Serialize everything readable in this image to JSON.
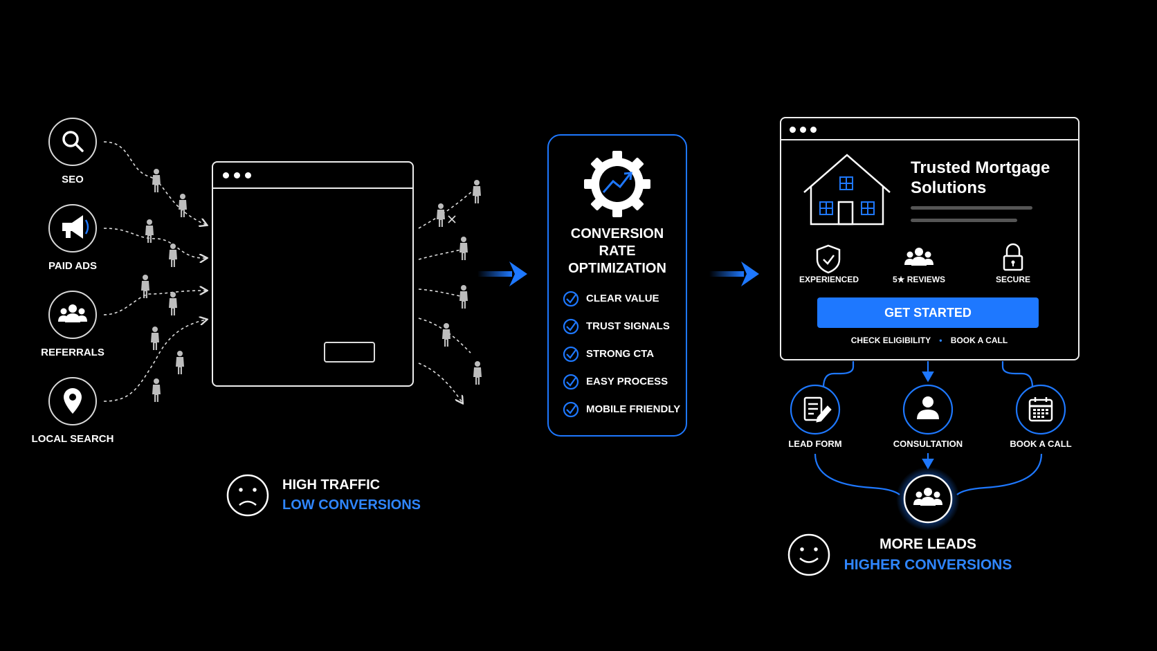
{
  "sources": [
    {
      "label": "SEO",
      "icon": "search-icon"
    },
    {
      "label": "PAID ADS",
      "icon": "megaphone-icon"
    },
    {
      "label": "REFERRALS",
      "icon": "users-icon"
    },
    {
      "label": "LOCAL SEARCH",
      "icon": "map-pin-icon"
    }
  ],
  "left_result": {
    "line1": "HIGH TRAFFIC",
    "line2": "LOW CONVERSIONS",
    "icon": "sad-face-icon"
  },
  "cro_panel": {
    "title_lines": [
      "CONVERSION",
      "RATE",
      "OPTIMIZATION"
    ],
    "icon": "gear-trend-icon",
    "checklist": [
      "CLEAR VALUE",
      "TRUST SIGNALS",
      "STRONG CTA",
      "EASY PROCESS",
      "MOBILE FRIENDLY"
    ]
  },
  "optimized_page": {
    "title_line1": "Trusted Mortgage",
    "title_line2": "Solutions",
    "badges": [
      {
        "label": "EXPERIENCED",
        "icon": "shield-check-icon"
      },
      {
        "label": "5★ REVIEWS",
        "icon": "users-icon"
      },
      {
        "label": "SECURE",
        "icon": "lock-icon"
      }
    ],
    "cta_label": "GET STARTED",
    "sub_links": [
      "CHECK ELIGIBILITY",
      "BOOK A CALL"
    ],
    "sub_separator": "•"
  },
  "outcomes": [
    {
      "label": "LEAD FORM",
      "icon": "form-edit-icon"
    },
    {
      "label": "CONSULTATION",
      "icon": "person-icon"
    },
    {
      "label": "BOOK A CALL",
      "icon": "calendar-icon"
    }
  ],
  "right_result": {
    "line1": "MORE LEADS",
    "line2": "HIGHER CONVERSIONS",
    "icon": "happy-face-icon"
  },
  "colors": {
    "accent": "#1e78ff",
    "accent_text": "#2f86ff",
    "background": "#000000",
    "line": "#ffffff"
  }
}
